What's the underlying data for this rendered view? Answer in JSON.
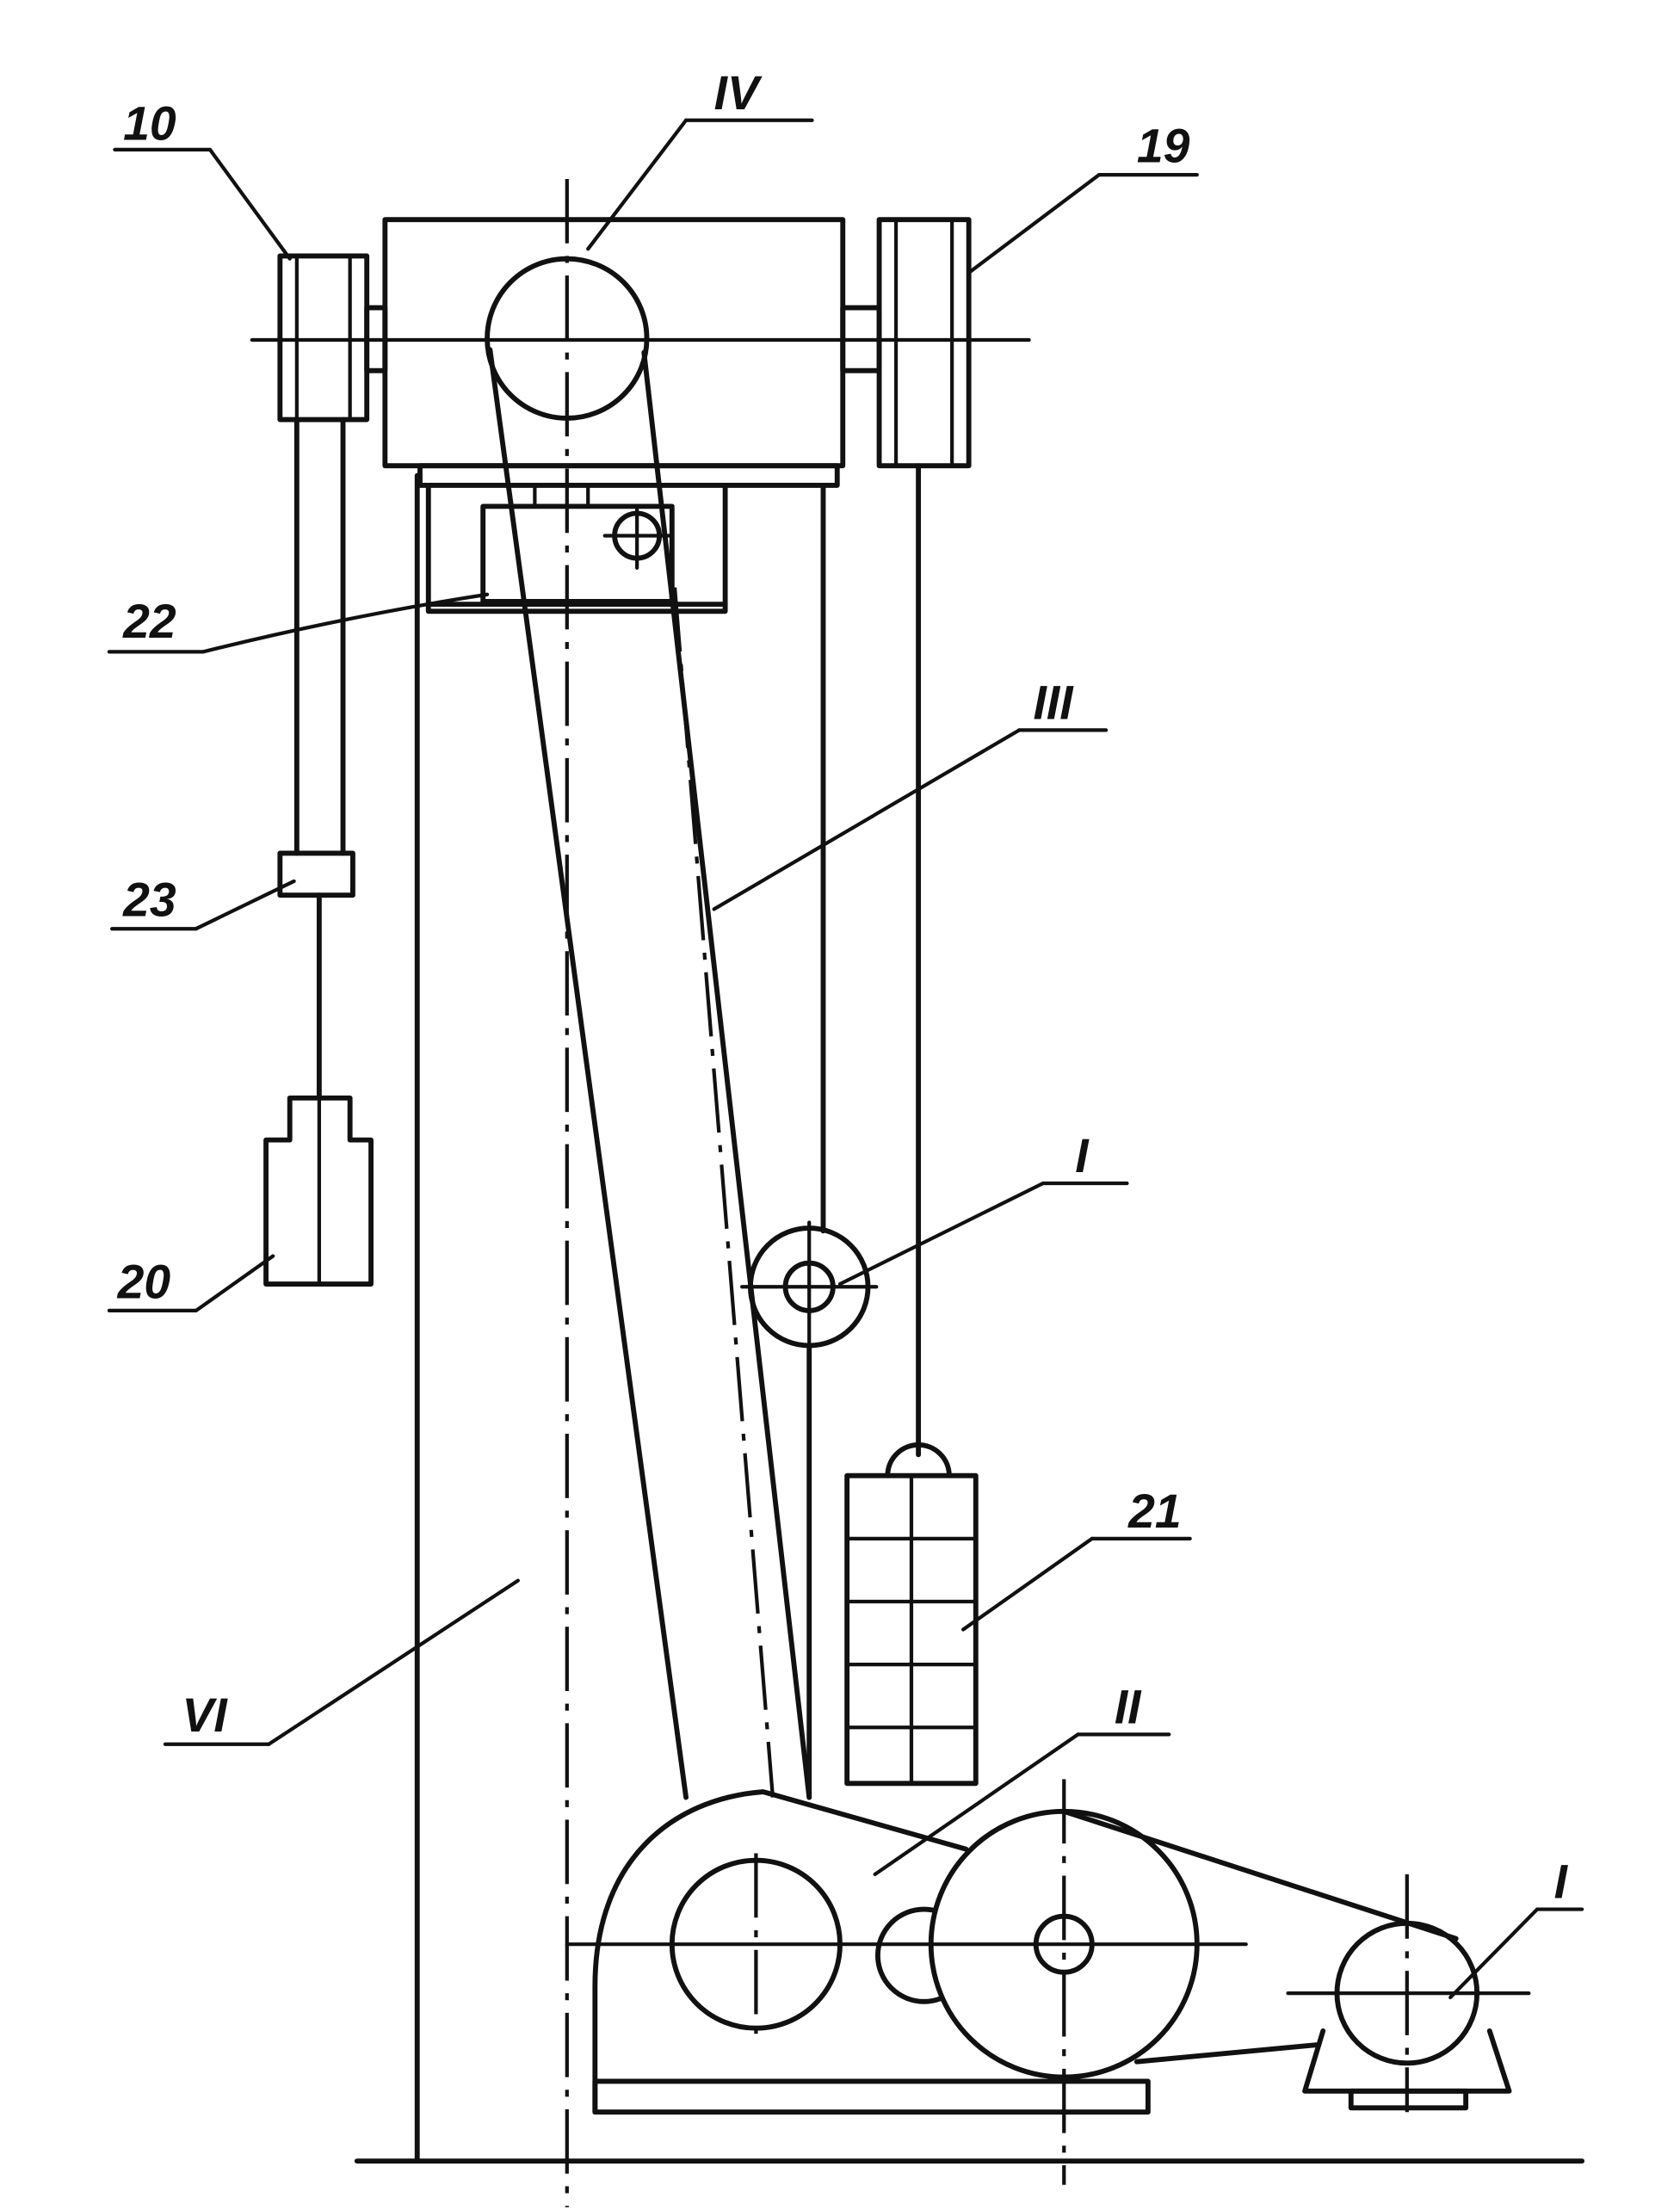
{
  "callouts": [
    "10",
    "IV",
    "19",
    "22",
    "III",
    "23",
    "I",
    "20",
    "21",
    "VI",
    "II",
    "I"
  ]
}
